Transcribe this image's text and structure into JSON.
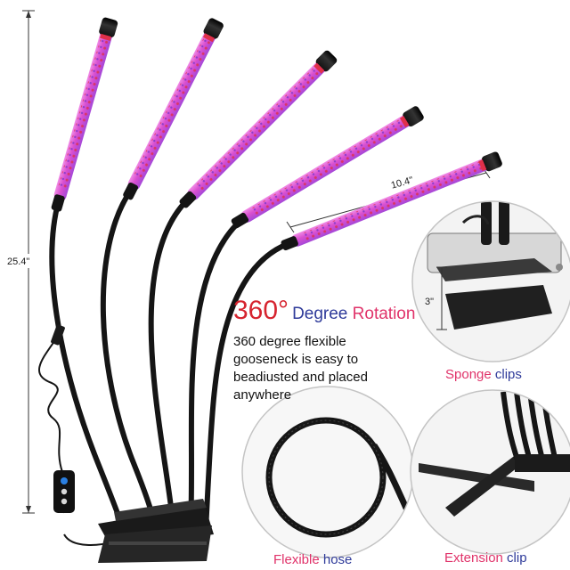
{
  "dimensions": {
    "height": "25.4\"",
    "length": "10.4\"",
    "clip_depth": "3\""
  },
  "feature": {
    "degree_big": "360°",
    "degree_word": "Degree",
    "rotation_word": "Rotation",
    "description": "360 degree flexible gooseneck is easy to beadiusted and placed anywhere"
  },
  "callouts": {
    "sponge": {
      "pink": "Sponge",
      "blue": "clips"
    },
    "hose": {
      "pink": "Flexible",
      "blue": "hose"
    },
    "extension": {
      "pink": "Extension",
      "blue": "clip"
    }
  },
  "colors": {
    "led_pink": "#e64fd6",
    "led_purple": "#8f3fd4",
    "led_red": "#e0304a",
    "accent_red": "#d6242f",
    "accent_blue": "#2f3b9a",
    "accent_pink": "#e0336a"
  },
  "controller_icons": [
    "power-icon",
    "timer-icon",
    "mode-icon"
  ]
}
